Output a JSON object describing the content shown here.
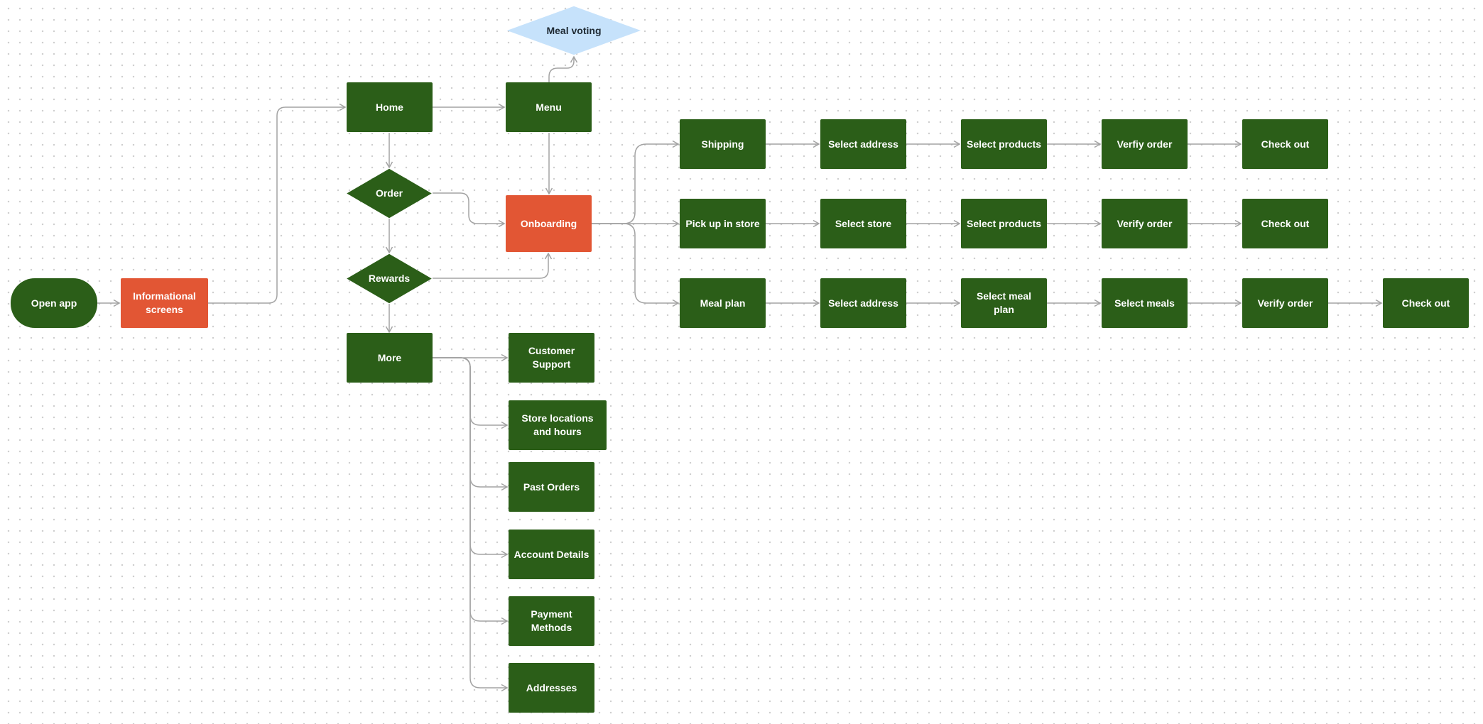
{
  "colors": {
    "process": "#2b5e18",
    "highlight": "#e25634",
    "decision_alt": "#c6e2fb",
    "connector": "#a3a3a3"
  },
  "nodes": {
    "open_app": "Open app",
    "informational_screens": "Informational screens",
    "home": "Home",
    "menu": "Menu",
    "meal_voting": "Meal voting",
    "order": "Order",
    "rewards": "Rewards",
    "onboarding": "Onboarding",
    "more": "More",
    "customer_support": "Customer Support",
    "store_locations": "Store locations and hours",
    "past_orders": "Past Orders",
    "account_details": "Account Details",
    "payment_methods": "Payment Methods",
    "addresses": "Addresses",
    "shipping": "Shipping",
    "shipping_select_address": "Select address",
    "shipping_select_products": "Select products",
    "shipping_verify_order": "Verfiy order",
    "shipping_check_out": "Check out",
    "pickup": "Pick up in store",
    "pickup_select_store": "Select store",
    "pickup_select_products": "Select products",
    "pickup_verify_order": "Verify order",
    "pickup_check_out": "Check out",
    "meal_plan": "Meal plan",
    "mealplan_select_address": "Select address",
    "mealplan_select_meal_plan": "Select meal plan",
    "mealplan_select_meals": "Select meals",
    "mealplan_verify_order": "Verify order",
    "mealplan_check_out": "Check out"
  }
}
